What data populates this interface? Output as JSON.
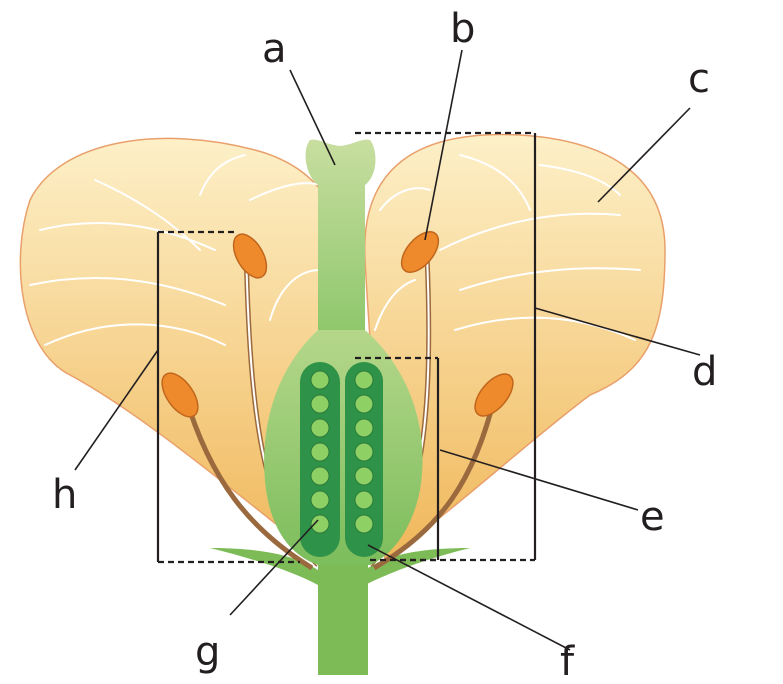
{
  "labels": {
    "a": "a",
    "b": "b",
    "c": "c",
    "d": "d",
    "e": "e",
    "f": "f",
    "g": "g",
    "h": "h"
  },
  "colors": {
    "petal_top": "#fdf0c8",
    "petal_bottom": "#f0b75a",
    "petal_edge": "#e9a06b",
    "pistil_light": "#c8dea0",
    "pistil_mid": "#8cc66a",
    "ovary_dark": "#2e9248",
    "ovule": "#8fd064",
    "anther": "#ef8a2c",
    "anther_edge": "#c0661c",
    "filament_brown": "#9a6a3e",
    "sepal": "#7dbb56"
  },
  "ovule_count_per_column": 7
}
